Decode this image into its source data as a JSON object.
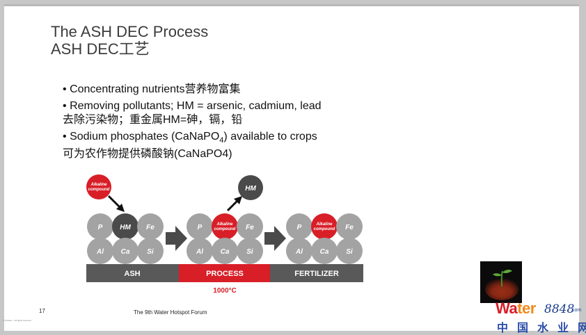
{
  "title": {
    "line1": "The ASH DEC Process",
    "line2": "ASH DEC工艺"
  },
  "bullets": {
    "b1": "Concentrating nutrients营养物富集",
    "b2": "Removing pollutants; HM = arsenic, cadmium, lead",
    "b2_cn": "去除污染物；重金属HM=砷，镉，铅",
    "b3_pre": "Sodium phosphates (CaNaPO",
    "b3_sub": "4",
    "b3_post": ") available to crops",
    "b3_cn": "可为农作物提供磷酸钠(CaNaPO4)",
    "dot": "•"
  },
  "diagram": {
    "alkaline_line1": "Alkaline",
    "alkaline_line2": "compound",
    "hm": "HM",
    "p": "P",
    "fe": "Fe",
    "al": "Al",
    "ca": "Ca",
    "si": "Si",
    "stage_ash": "ASH",
    "stage_process": "PROCESS",
    "stage_fertilizer": "FERTILIZER",
    "temperature": "1000°C",
    "colors": {
      "grey_circle": "#a3a3a3",
      "dark_circle": "#4a4a4a",
      "red": "#d81e27",
      "bar_grey": "#595959"
    }
  },
  "footer": {
    "page_number": "17",
    "forum": "The 9th Water Hotspot Forum",
    "copyright": "© Outotec – All rights reserved"
  },
  "watermark": {
    "wa": "Wa",
    "ter": "ter",
    "num": "8848",
    "com": ".com",
    "cn": "中国水业网"
  }
}
